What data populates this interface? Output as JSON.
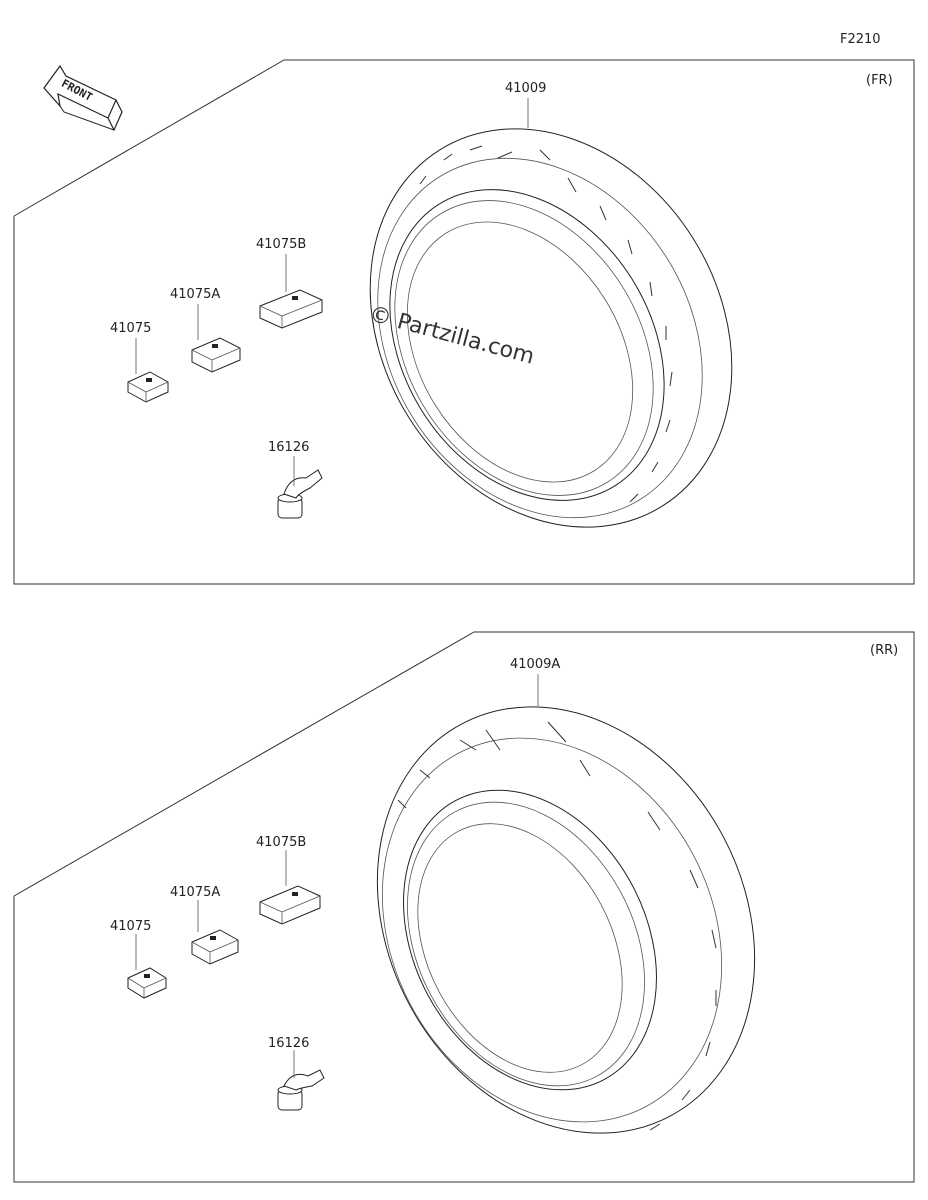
{
  "figure_code": "F2210",
  "front_arrow_label": "FRONT",
  "watermark": "© Partzilla.com",
  "panels": [
    {
      "section": "(FR)",
      "tire_label": "41009",
      "weight_labels": [
        "41075B",
        "41075A",
        "41075"
      ],
      "valve_label": "16126"
    },
    {
      "section": "(RR)",
      "tire_label": "41009A",
      "weight_labels": [
        "41075B",
        "41075A",
        "41075"
      ],
      "valve_label": "16126"
    }
  ]
}
